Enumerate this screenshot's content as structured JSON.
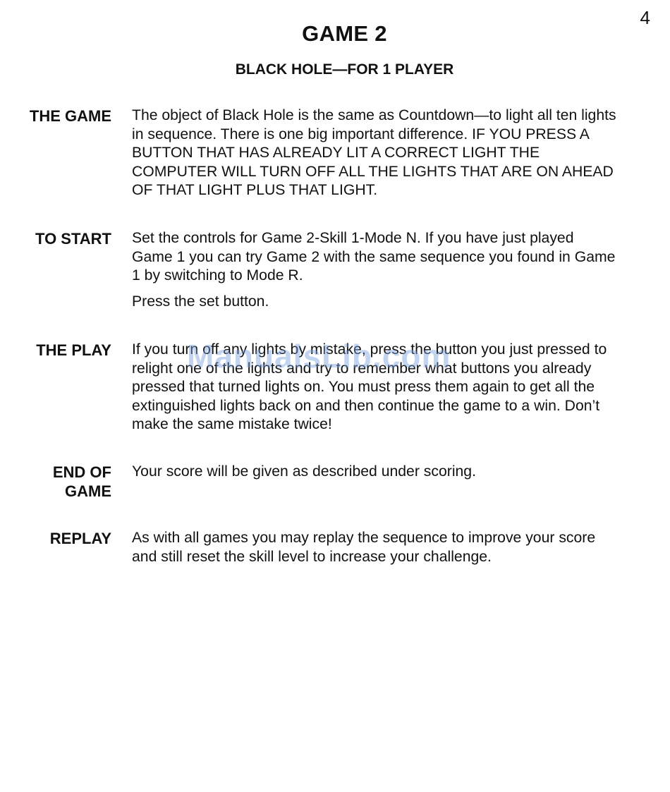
{
  "page": {
    "number": "4",
    "title": "GAME 2",
    "subtitle": "BLACK HOLE—FOR 1 PLAYER"
  },
  "sections": [
    {
      "label": "THE GAME",
      "paragraphs": [
        "The object of Black Hole is the same as Countdown—to light all ten lights in sequence. There is one big important difference. IF YOU PRESS A BUTTON THAT HAS ALREADY LIT A CORRECT LIGHT THE COMPUTER WILL TURN OFF ALL THE LIGHTS THAT ARE ON AHEAD OF THAT LIGHT PLUS THAT LIGHT."
      ]
    },
    {
      "label": "TO START",
      "paragraphs": [
        "Set the controls for Game 2-Skill 1-Mode N. If you have just played Game 1 you can try Game 2 with the same sequence you found in Game 1 by switching to Mode R.",
        "Press the set button."
      ]
    },
    {
      "label": "THE PLAY",
      "paragraphs": [
        "If you turn off any lights by mistake, press the button you just pressed to relight one of the lights and try to remember what buttons you already pressed that turned lights on. You must press them again to get all the extinguished lights back on and then continue the game to a win. Don’t make the same mistake twice!"
      ]
    },
    {
      "label": "END OF\nGAME",
      "paragraphs": [
        "Your score will be given as described under scoring."
      ]
    },
    {
      "label": "REPLAY",
      "paragraphs": [
        "As with all games you may replay the sequence to improve your score and still reset the skill level to increase your challenge."
      ]
    }
  ],
  "watermark": "ManualsLib.com"
}
